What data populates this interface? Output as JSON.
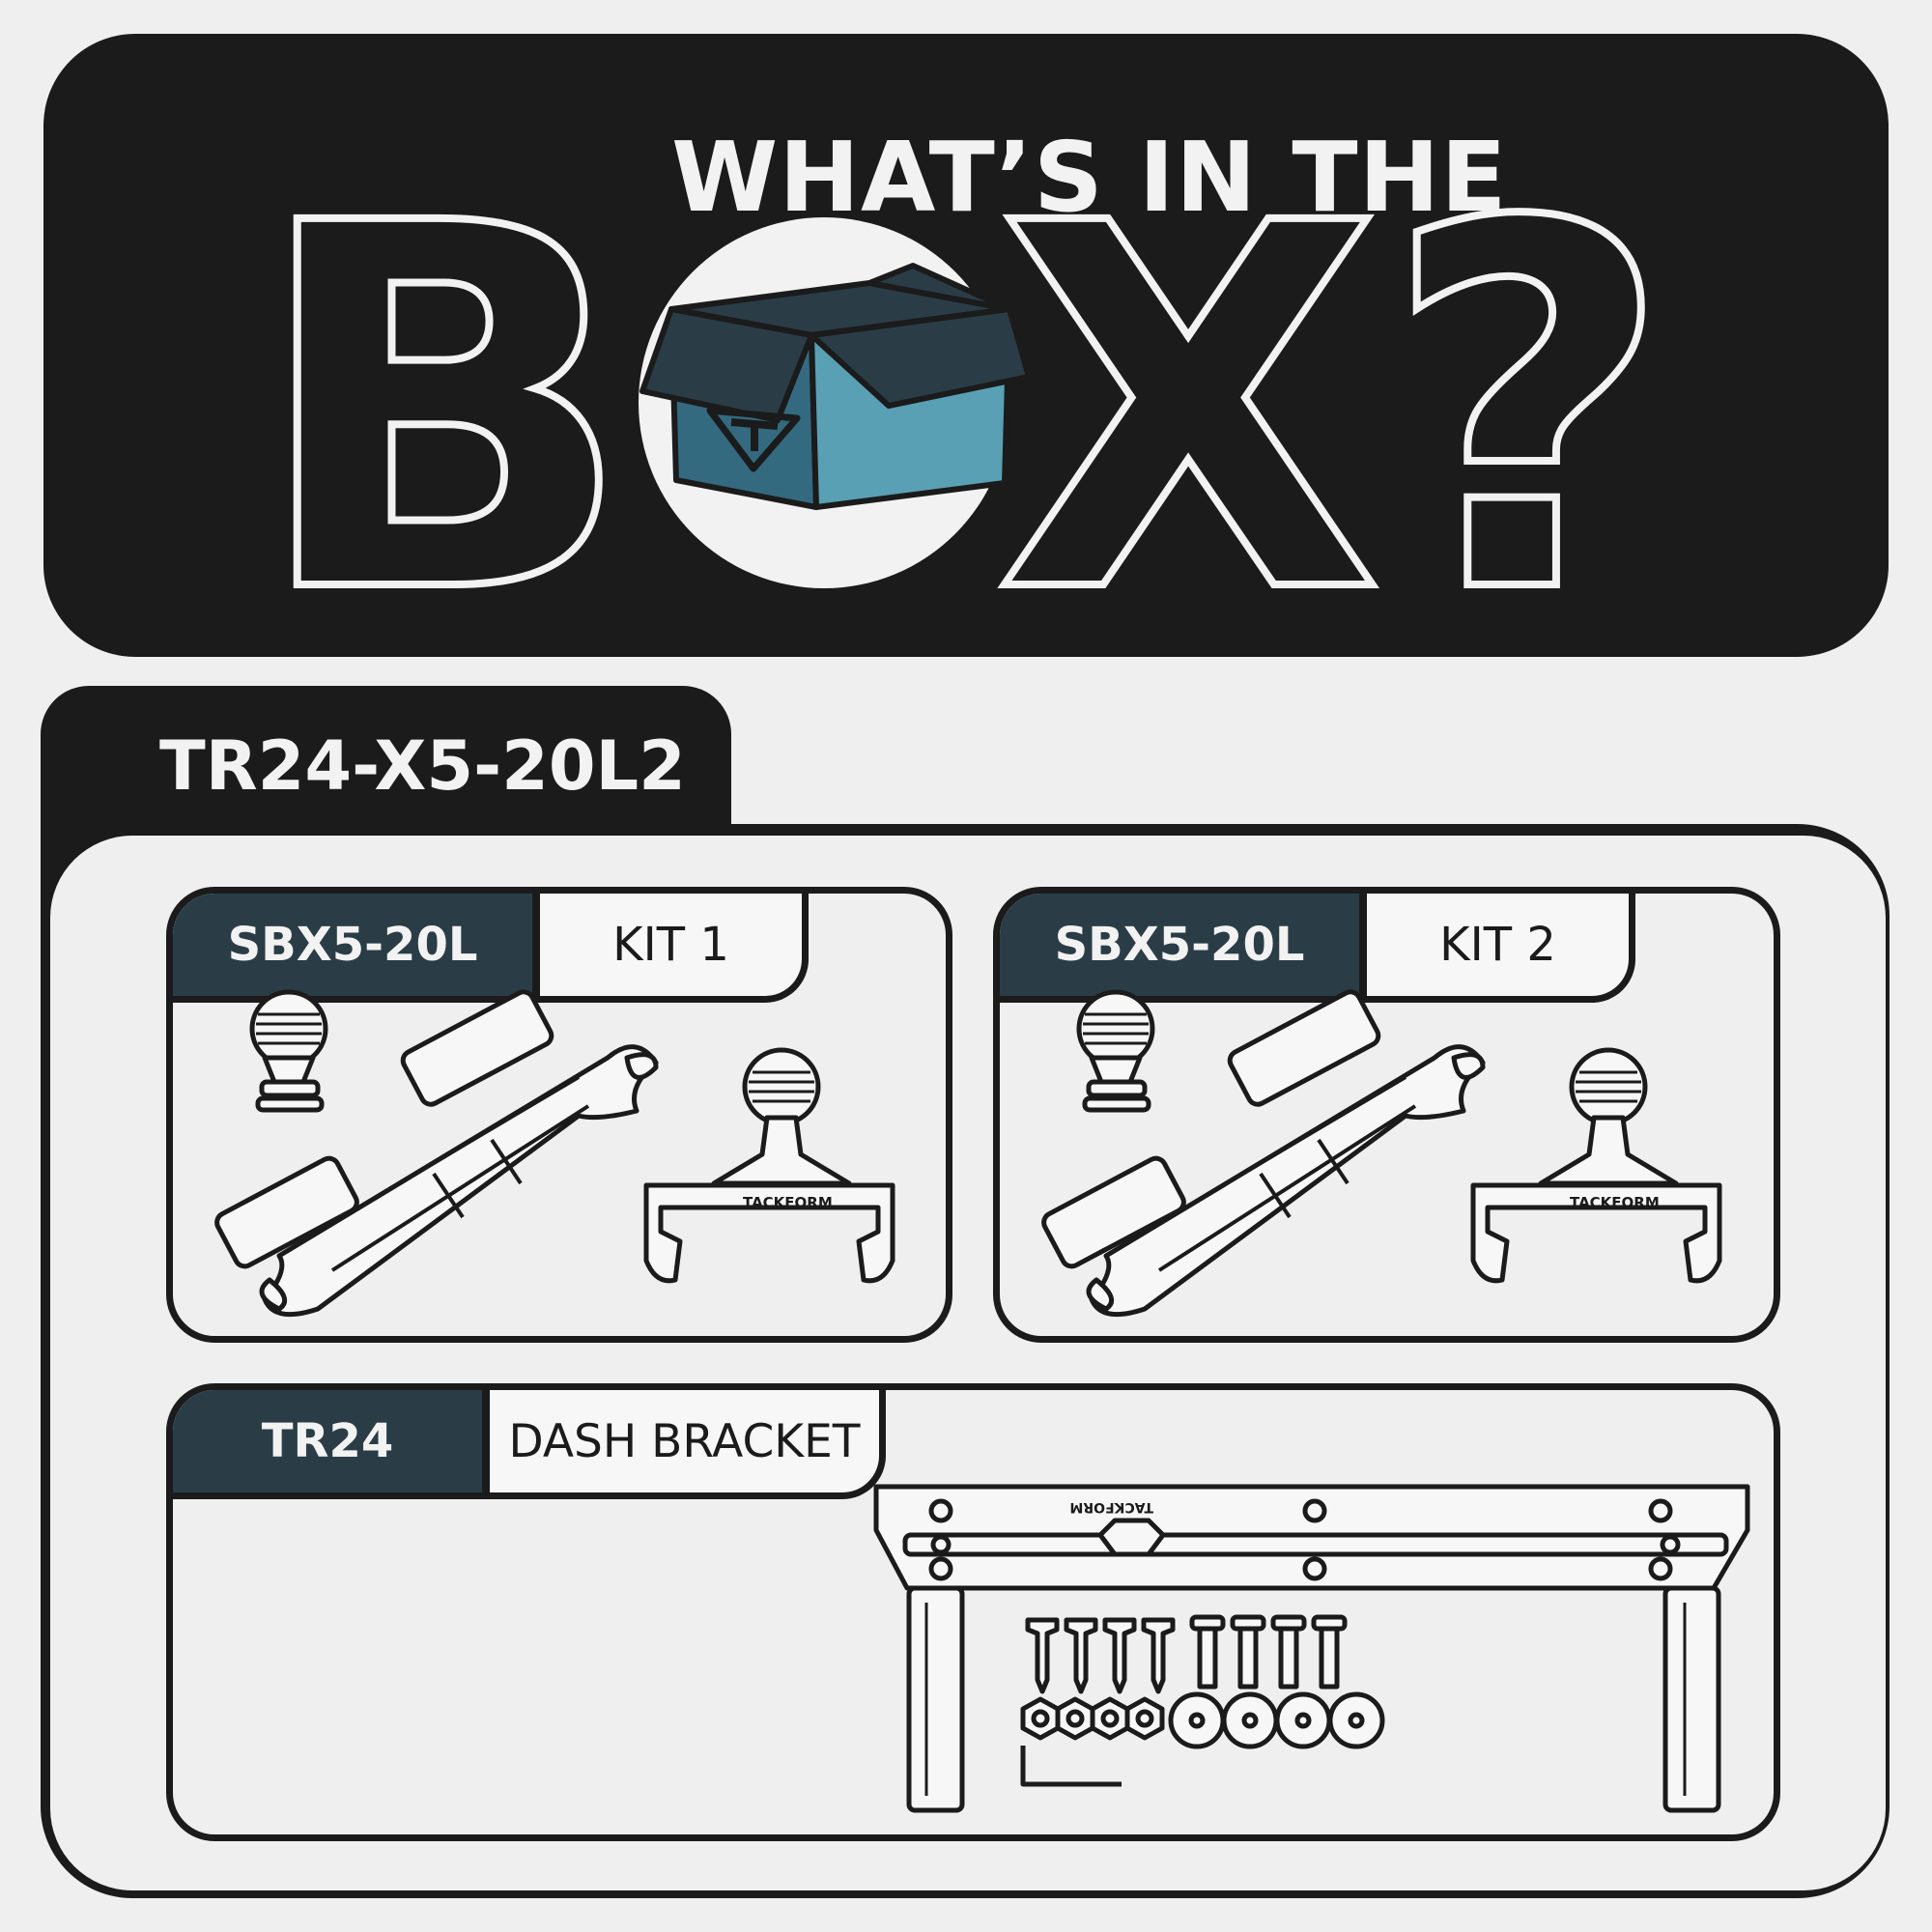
{
  "hero": {
    "line1": "WHAT’S IN THE",
    "big_word_start": "B",
    "big_word_end": "X?",
    "brand_colors": {
      "box_dark": "#2a3d47",
      "box_mid": "#346a80",
      "box_light": "#5aa0b4"
    }
  },
  "main": {
    "product_code": "TR24-X5-20L2",
    "kits": [
      {
        "code": "SBX5-20L",
        "label": "KIT 1",
        "brand_text": "TACKFORM"
      },
      {
        "code": "SBX5-20L",
        "label": "KIT 2",
        "brand_text": "TACKFORM"
      }
    ],
    "bracket": {
      "code": "TR24",
      "label": "DASH BRACKET",
      "brand_text": "TACKFORM"
    }
  }
}
